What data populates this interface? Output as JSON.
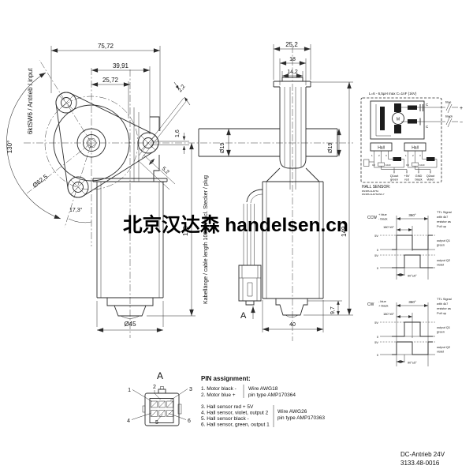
{
  "watermark": "北京汉达森 handelsen.cn",
  "title_block": {
    "product": "DC-Antrieb 24V",
    "part_number": "3133.48-0016"
  },
  "front_view": {
    "dim_total_width": "75,72",
    "dim_pivot_offset": "39,91",
    "dim_motor_offset": "25,72",
    "angle_range": "130°",
    "label_input": "6ktSW6 / Antrieb / input",
    "dia_bolt_circle": "Ø62,5",
    "angle_lug": "17,3°",
    "dim_slot_gap": "2,2",
    "dim_tab": "1,6",
    "dim_slot_len": "5,2",
    "dia_shaft": "Ø19",
    "dia_body": "Ø45",
    "dim_height": "119",
    "label_cable": "Kabellänge / cable length 100±10 incl. Stecker / plug"
  },
  "side_view": {
    "dim_cap_width": "25,2",
    "dim_wheel_width": "18",
    "dim_hub_width": "14,2",
    "dia_shaft": "Ø19",
    "dim_total_height": "149,4",
    "dim_depth": "40",
    "dim_boss": "9,7",
    "detail_ref": "A"
  },
  "circuit": {
    "header": "L=6 - 6,5µH max    C=1nF (1kV)",
    "motor_symbol": "M",
    "cap_top": "C",
    "cap_bottom": "C",
    "wire_pos_color": "blue",
    "wire_pos_sign": "+",
    "wire_neg_color": "black",
    "wire_neg_sign": "−",
    "hall_label": "Hall",
    "pins": [
      "1",
      "2",
      "3"
    ],
    "c2": "C2",
    "c3": "C3",
    "cap_val": "10nF",
    "terminals": [
      {
        "l1": "Q1out",
        "l2": "green"
      },
      {
        "l1": "+5V",
        "l2": "red"
      },
      {
        "l1": "GND",
        "l2": "black"
      },
      {
        "l1": "Q2out",
        "l2": "violet"
      }
    ],
    "hall_sensor_title": "HALL SENSOR:",
    "hall_sensor_pn1": "DN38S AH3761",
    "hall_sensor_pn2": "DN38S AH3764/N0-7"
  },
  "timing": [
    {
      "dir": "CCW",
      "pol1": "+ blue",
      "pol2": "- black",
      "deg_full": "360°",
      "deg_half": "180°±5°",
      "deg_quarter": "90°±5°",
      "v_high": "5V",
      "v_zero": "0",
      "ttl": [
        "TTL Signal",
        "with 4k7",
        "resistor as",
        "Pull up"
      ],
      "out1_l1": "output Q1",
      "out1_l2": "green",
      "out2_l1": "output Q2",
      "out2_l2": "violet"
    },
    {
      "dir": "CW",
      "pol1": "- blue",
      "pol2": "+ black",
      "deg_full": "360°",
      "deg_half": "180°±5°",
      "deg_quarter": "90°±5°",
      "v_high": "5V",
      "v_zero": "0",
      "ttl": [
        "TTL Signal",
        "with 4k7",
        "resistor as",
        "Pull up"
      ],
      "out1_l1": "output Q1",
      "out1_l2": "green",
      "out2_l1": "output Q2",
      "out2_l2": "violet"
    }
  ],
  "pin_assignment": {
    "detail_ref": "A",
    "title": "PIN assignment:",
    "pin_labels": [
      "1",
      "2",
      "3",
      "4",
      "5",
      "6"
    ],
    "group1": {
      "line1": "1. Motor black -",
      "line2": "2. Motor blue +",
      "wire": "Wire AWG18",
      "pin_type": "pin type AMP170364"
    },
    "group2": {
      "line1": "3. Hall sensor red + 5V",
      "line2": "4. Hall sensor, violet, output 2",
      "line3": "5. Hall sensor black -",
      "line4": "6. Hall sensor, green, output 1",
      "wire": "Wire AWG26",
      "pin_type": "pin type AMP170363"
    }
  }
}
